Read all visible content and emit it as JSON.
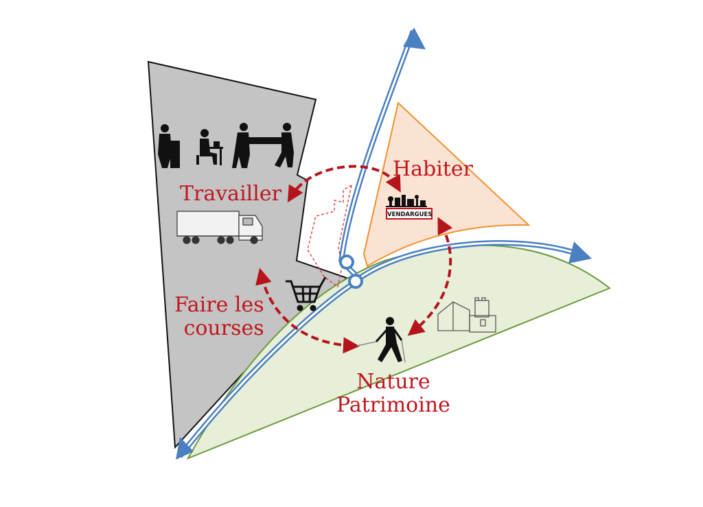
{
  "labels": {
    "travailler": "Travailler",
    "habiter": "Habiter",
    "courses_line1": "Faire les",
    "courses_line2": "courses",
    "nature_line1": "Nature",
    "nature_line2": "Patrimoine"
  },
  "town_sign": "VENDARGUES",
  "colors": {
    "label_red": "#c0161c",
    "zone_work": "#c4c4c4",
    "zone_habitat": "#fbe3d3",
    "zone_habitat_edge": "#f0902e",
    "zone_nature": "#e8efd9",
    "zone_nature_edge": "#6a9a3c",
    "road": "#4a7fc1",
    "arrow": "#b5141b"
  },
  "icons": [
    "worker-silhouettes-icon",
    "truck-icon",
    "shopping-cart-icon",
    "hiker-icon",
    "heritage-building-icon",
    "village-icon",
    "roundabout-icon"
  ]
}
